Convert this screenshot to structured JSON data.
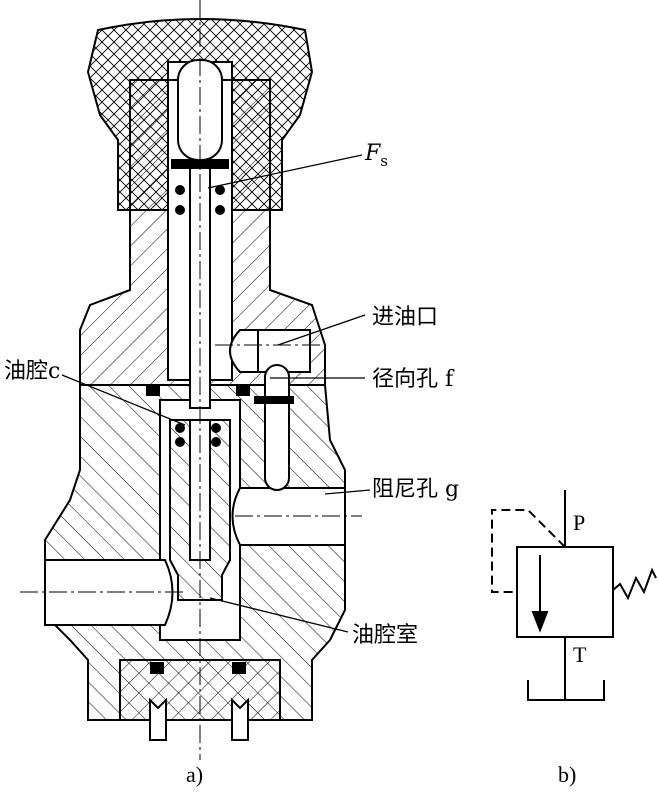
{
  "labels": {
    "spring_force": "F",
    "spring_force_sub": "s",
    "inlet": "进油口",
    "radial_hole": "径向孔 f",
    "oil_cavity_c": "油腔c",
    "damping_hole": "阻尼孔 g",
    "oil_chamber": "油腔室"
  },
  "symbol": {
    "port_p": "P",
    "port_t": "T"
  },
  "captions": {
    "a": "a)",
    "b": "b)"
  },
  "colors": {
    "line": "#000000",
    "background": "#ffffff"
  }
}
